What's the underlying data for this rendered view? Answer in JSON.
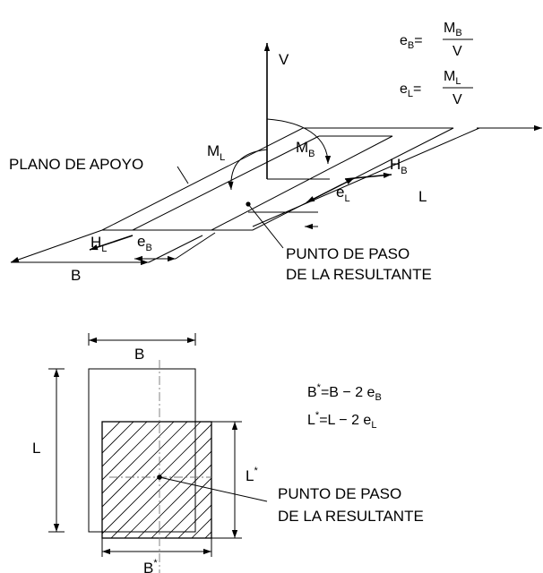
{
  "top_diagram": {
    "label_V": "V",
    "label_M": "M",
    "sub_L": "L",
    "sub_B": "B",
    "label_H": "H",
    "label_e": "e",
    "label_L": "L",
    "label_B": "B",
    "plano": "PLANO DE APOYO",
    "punto_line1": "PUNTO DE PASO",
    "punto_line2": "DE LA RESULTANTE",
    "eq_eB_lhs": "e",
    "eq_eB_lhs_sub": "B",
    "eq_eB_num": "M",
    "eq_eB_num_sub": "B",
    "eq_eB_den": "V",
    "eq_eL_lhs": "e",
    "eq_eL_lhs_sub": "L",
    "eq_eL_num": "M",
    "eq_eL_num_sub": "L",
    "eq_eL_den": "V",
    "eq_sign": "="
  },
  "bottom_diagram": {
    "label_B": "B",
    "label_L": "L",
    "label_L_star": "L",
    "label_B_star": "B",
    "star": "*",
    "punto_line1": "PUNTO DE PASO",
    "punto_line2": "DE LA RESULTANTE",
    "eq1_lhs": "B",
    "eq1_rhs": "=B − 2 e",
    "eq1_sub": "B",
    "eq2_lhs": "L",
    "eq2_rhs": "=L − 2 e",
    "eq2_sub": "L"
  }
}
